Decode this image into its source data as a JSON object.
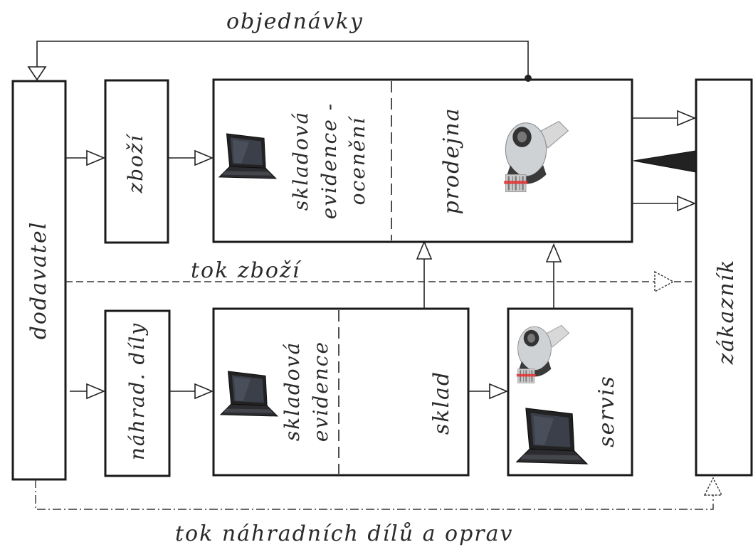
{
  "labels": {
    "objednavky": "objednávky",
    "dodavatel": "dodavatel",
    "zbozi": "zboží",
    "skladova_evidence_oceneni": [
      "skladová",
      "evidence -",
      "ocenění"
    ],
    "prodejna": "prodejna",
    "tok_zbozi": "tok zboží",
    "nahrad_dily": "náhrad. díly",
    "skladova_evidence": [
      "skladová",
      "evidence"
    ],
    "sklad": "sklad",
    "servis": "servis",
    "zakaznik": "zákazník",
    "tok_nahradnich_dilu": "tok náhradních dílů a oprav"
  },
  "icons": [
    "laptop-icon",
    "barcode-scanner-icon"
  ]
}
